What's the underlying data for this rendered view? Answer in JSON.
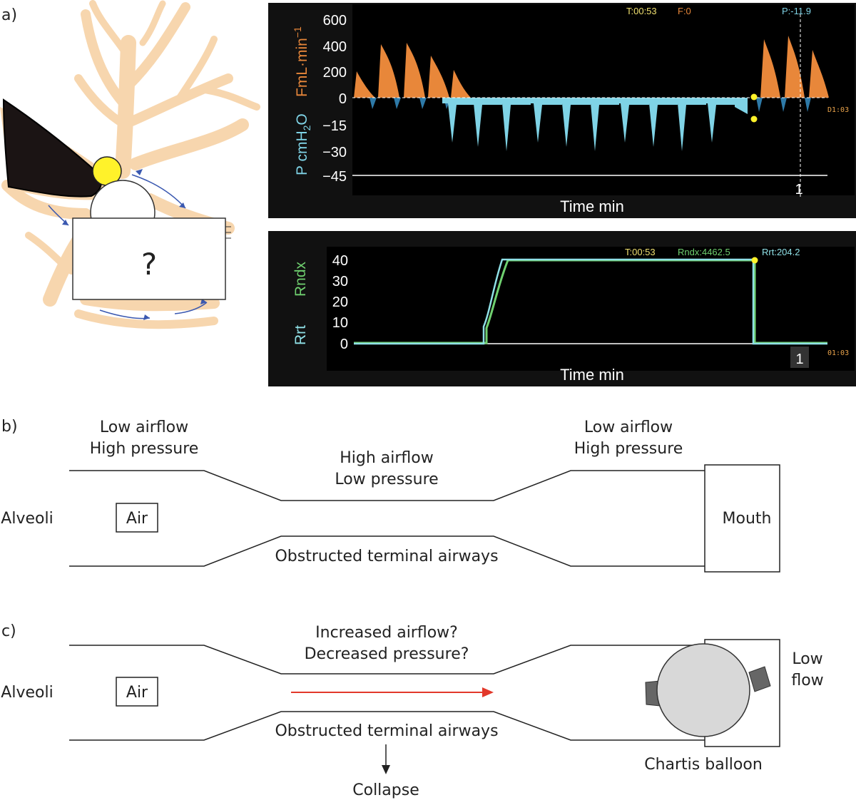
{
  "panel_labels": {
    "a": "a)",
    "b": "b)",
    "c": "c)"
  },
  "airway_drawing": {
    "unknown_mark": "?"
  },
  "chart_top": {
    "y_axis_label_pressure": "P cmH",
    "y_axis_label_pressure_sub": "2",
    "y_axis_label_pressure_tail": "O",
    "y_axis_label_flow": "FmL·min",
    "y_axis_label_flow_sup": "−1",
    "x_axis_label": "Time min",
    "readout_t": "T:00:53",
    "readout_f": "F:0",
    "readout_p": "P:-11.9",
    "corner_time": "D1:03",
    "flow_ticks": [
      "600",
      "400",
      "200",
      "0"
    ],
    "pressure_ticks": [
      "−15",
      "−30",
      "−45"
    ],
    "x_tick": "1",
    "colors": {
      "flow": "#e8873a",
      "pressure": "#7fd3e6",
      "bg": "#000000",
      "frame": "#111111"
    }
  },
  "chart_bottom": {
    "y_axis_label_rndx": "Rndx",
    "y_axis_label_rrt": "Rrt",
    "x_axis_label": "Time min",
    "readout_t": "T:00:53",
    "readout_rndx": "Rndx:4462.5",
    "readout_rrt": "Rrt:204.2",
    "corner_time": "01:03",
    "y_ticks": [
      "40",
      "30",
      "20",
      "10",
      "0"
    ],
    "x_tick": "1",
    "colors": {
      "rndx": "#6fd06f",
      "rrt": "#8fe0e6"
    }
  },
  "diagram_b": {
    "left_label": "Alveoli",
    "air_box": "Air",
    "left_note_line1": "Low airflow",
    "left_note_line2": "High pressure",
    "mid_note_line1": "High airflow",
    "mid_note_line2": "Low pressure",
    "right_note_line1": "Low airflow",
    "right_note_line2": "High pressure",
    "bottom_note": "Obstructed terminal airways",
    "mouth_box": "Mouth"
  },
  "diagram_c": {
    "left_label": "Alveoli",
    "air_box": "Air",
    "mid_note_line1": "Increased airflow?",
    "mid_note_line2": "Decreased pressure?",
    "bottom_note": "Obstructed terminal airways",
    "collapse_note": "Collapse",
    "right_note_line1": "Low",
    "right_note_line2": "flow",
    "balloon_label": "Chartis balloon",
    "arrow_color": "#e2382a"
  }
}
